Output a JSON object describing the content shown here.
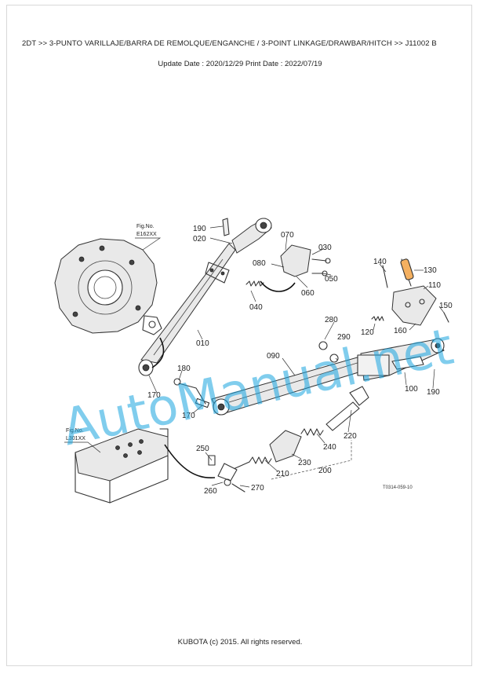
{
  "header": {
    "breadcrumb": "2DT >> 3-PUNTO VARILLAJE/BARRA DE REMOLQUE/ENGANCHE / 3-POINT LINKAGE/DRAWBAR/HITCH >> J11002   B",
    "dates": "Update Date : 2020/12/29   Print Date : 2022/07/19"
  },
  "diagram": {
    "fig_refs": [
      {
        "line1": "Fig.No.",
        "line2": "E162XX"
      },
      {
        "line1": "Fig.No.",
        "line2": "L301XX"
      }
    ],
    "callouts": [
      "190",
      "020",
      "070",
      "030",
      "080",
      "050",
      "060",
      "040",
      "010",
      "140",
      "130",
      "110",
      "150",
      "280",
      "290",
      "120",
      "160",
      "180",
      "170",
      "090",
      "170",
      "100",
      "190",
      "250",
      "220",
      "240",
      "230",
      "210",
      "200",
      "260",
      "270"
    ],
    "drawing_code": "T0314-059-10",
    "watermark": "AutoManual.net"
  },
  "footer": {
    "copyright": "KUBOTA (c) 2015. All rights reserved."
  }
}
